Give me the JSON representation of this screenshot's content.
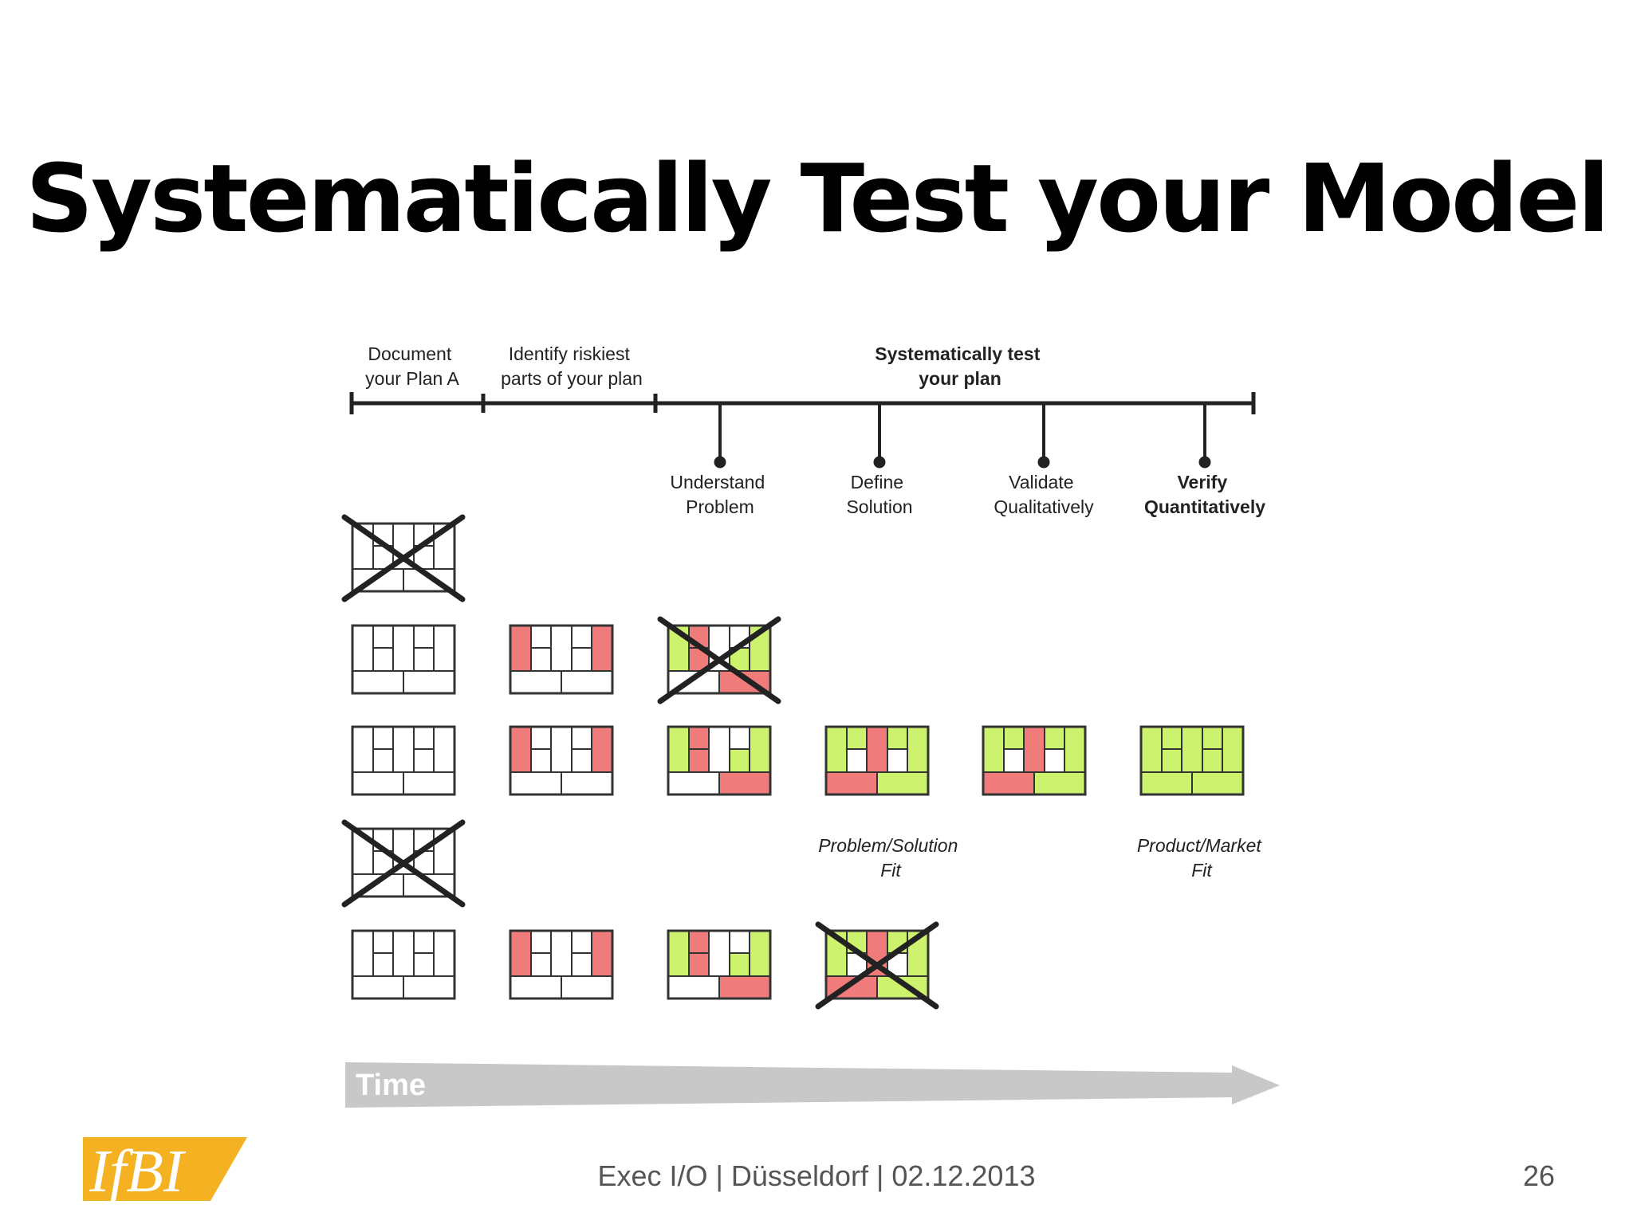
{
  "slide": {
    "title": "Systematically Test your Model",
    "footer": "Exec I/O | Düsseldorf | 02.12.2013",
    "page_number": "26",
    "logo_text": "IfBI"
  },
  "diagram": {
    "phases": [
      {
        "lines": [
          "Document",
          "your Plan A"
        ],
        "bold": false
      },
      {
        "lines": [
          "Identify riskiest",
          "parts of your plan"
        ],
        "bold": false
      },
      {
        "lines": [
          "Systematically test",
          "your plan"
        ],
        "bold": true
      }
    ],
    "milestones": [
      {
        "lines": [
          "Understand",
          "Problem"
        ],
        "bold": false
      },
      {
        "lines": [
          "Define",
          "Solution"
        ],
        "bold": false
      },
      {
        "lines": [
          "Validate",
          "Qualitatively"
        ],
        "bold": false
      },
      {
        "lines": [
          "Verify",
          "Quantitatively"
        ],
        "bold": true
      }
    ],
    "fit_labels": [
      {
        "lines": [
          "Problem/Solution",
          "Fit"
        ]
      },
      {
        "lines": [
          "Product/Market",
          "Fit"
        ]
      }
    ],
    "time_label": "Time"
  },
  "colors": {
    "red": "#f07b7b",
    "green": "#ccf26e",
    "white": "#ffffff",
    "line": "#333333",
    "time_arrow": "#c8c8c8",
    "logo": "#f4b223"
  }
}
